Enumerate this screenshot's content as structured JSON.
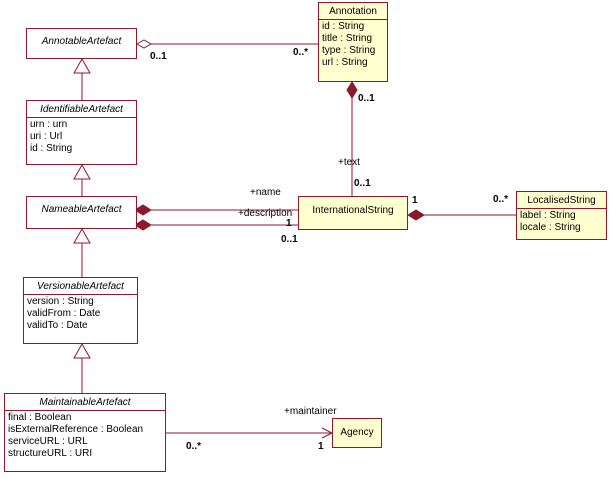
{
  "classes": {
    "annotable": {
      "name": "AnnotableArtefact"
    },
    "identifiable": {
      "name": "IdentifiableArtefact",
      "attributes": [
        "urn : urn",
        "uri : Url",
        "id : String"
      ]
    },
    "nameable": {
      "name": "NameableArtefact"
    },
    "versionable": {
      "name": "VersionableArtefact",
      "attributes": [
        "version : String",
        "validFrom : Date",
        "validTo : Date"
      ]
    },
    "maintainable": {
      "name": "MaintainableArtefact",
      "attributes": [
        "final : Boolean",
        "isExternalReference : Boolean",
        "serviceURL : URL",
        "structureURL : URI"
      ]
    },
    "annotation": {
      "name": "Annotation",
      "attributes": [
        "id : String",
        "title : String",
        "type : String",
        "url : String"
      ]
    },
    "international": {
      "name": "InternationalString"
    },
    "localised": {
      "name": "LocalisedString",
      "attributes": [
        "label : String",
        "locale : String"
      ]
    },
    "agency": {
      "name": "Agency"
    }
  },
  "labels": {
    "annot_mult_01": "0..1",
    "annot_mult_0star": "0..*",
    "annotation_mult_01": "0..1",
    "text_role": "+text",
    "text_mult_01": "0..1",
    "name_role": "+name",
    "description_role": "+description",
    "name_mult_1": "1",
    "description_mult_01": "0..1",
    "localised_mult_1": "1",
    "localised_mult_0star": "0..*",
    "maintainer_role": "+maintainer",
    "maintainer_mult_0star": "0..*",
    "maintainer_mult_1": "1"
  },
  "colors": {
    "line": "#8b1a2e",
    "highlight": "#ffffd0"
  }
}
